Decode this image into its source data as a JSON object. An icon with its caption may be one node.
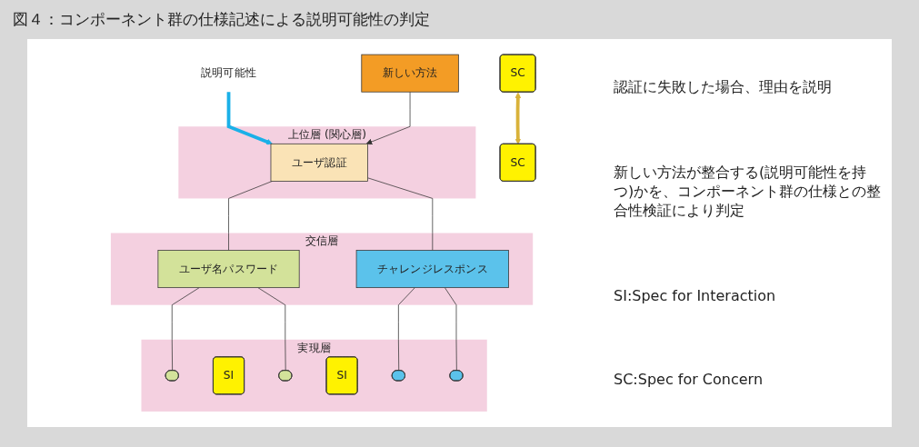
{
  "diagram": {
    "title": "図４：コンポーネント群の仕様記述による説明可能性の判定",
    "nodes": [
      {
        "text": [
          "説明可能性"
        ]
      },
      {
        "text": [
          "上位層 (関心層)"
        ]
      },
      {
        "text": [
          "ユーザ認証"
        ],
        "in": 1
      },
      {
        "text": [
          "交信層"
        ]
      },
      {
        "text": [
          "ユーザ名パスワード"
        ],
        "in": 3
      },
      {
        "text": [
          "チャレンジレスポンス"
        ],
        "in": 3
      },
      {
        "text": [
          "新しい方法"
        ]
      },
      {
        "text": [
          "SC"
        ]
      },
      {
        "text": [
          "SC"
        ]
      },
      {
        "text": [
          "実現層"
        ]
      },
      {
        "text": [],
        "shape": "ellipse",
        "in": 9
      },
      {
        "text": [
          "SI"
        ],
        "in": 9
      },
      {
        "text": [],
        "shape": "ellipse",
        "in": 9
      },
      {
        "text": [
          "SI"
        ],
        "in": 9
      },
      {
        "text": [],
        "shape": "ellipse",
        "in": 9
      },
      {
        "text": [],
        "shape": "ellipse",
        "in": 9
      }
    ],
    "edges": [
      {
        "from": 0,
        "to": 2,
        "arrow": "to",
        "style": "thick",
        "color": "#1ab0e8"
      },
      {
        "from": 2,
        "to": 4,
        "arrow": "none"
      },
      {
        "from": 2,
        "to": 5,
        "arrow": "none"
      },
      {
        "from": 6,
        "to": 2,
        "arrow": "to"
      },
      {
        "from": 4,
        "to": 10,
        "arrow": "none"
      },
      {
        "from": 4,
        "to": 12,
        "arrow": "none"
      },
      {
        "from": 5,
        "to": 14,
        "arrow": "none"
      },
      {
        "from": 5,
        "to": 15,
        "arrow": "none"
      },
      {
        "from": 7,
        "to": 8,
        "arrow": "both",
        "style": "thick",
        "color": "#d9b23a"
      }
    ],
    "labels": [
      "認証に失敗した場合、理由を説明",
      "新しい方法が整合する(説明可能性を持つ)かを、コンポーネント群の仕様との整合性検証により判定",
      "SI:Spec for Interaction",
      "SC:Spec for Concern"
    ]
  }
}
